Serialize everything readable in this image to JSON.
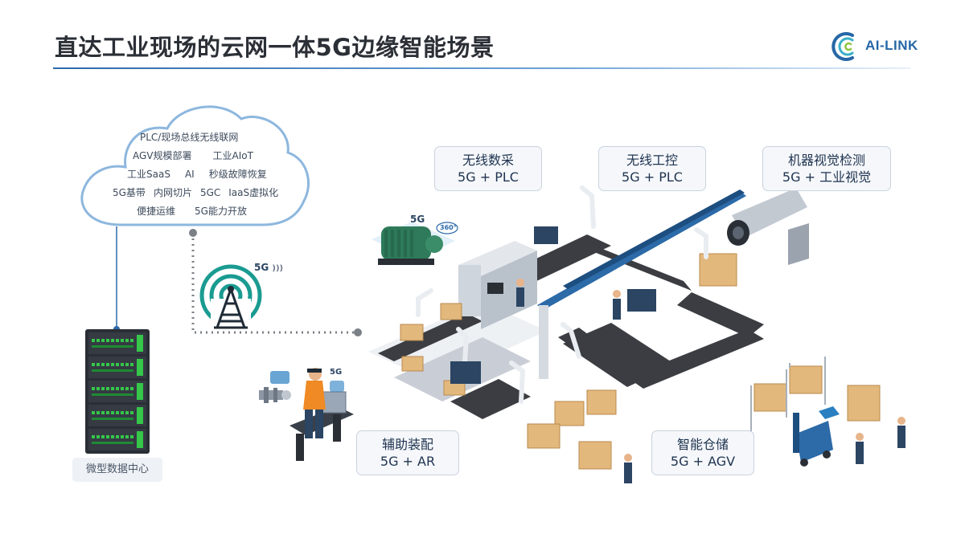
{
  "slide": {
    "title": "直达工业现场的云网一体5G边缘智能场景"
  },
  "logo": {
    "text": "AI-LINK"
  },
  "cloud": {
    "lines": [
      [
        "PLC/现场总线无线联网"
      ],
      [
        "AGV规模部署",
        "工业AIoT"
      ],
      [
        "工业SaaS",
        "AI",
        "秒级故障恢复"
      ],
      [
        "5G基带",
        "内网切片",
        "5GC",
        "IaaS虚拟化"
      ],
      [
        "便捷运维",
        "5G能力开放"
      ]
    ]
  },
  "server": {
    "label": "微型数据中心"
  },
  "tower": {
    "signal_label": "5G"
  },
  "motor": {
    "signal_label": "5G",
    "badge": "360°"
  },
  "worker": {
    "signal_label": "5G"
  },
  "tags": {
    "wireless_collect": {
      "line1": "无线数采",
      "line2": "5G + PLC"
    },
    "wireless_control": {
      "line1": "无线工控",
      "line2": "5G + PLC"
    },
    "vision": {
      "line1": "机器视觉检测",
      "line2": "5G + 工业视觉"
    },
    "assembly": {
      "line1": "辅助装配",
      "line2": "5G + AR"
    },
    "warehouse": {
      "line1": "智能仓储",
      "line2": "5G + AGV"
    }
  },
  "colors": {
    "accent_blue": "#2c6aa8",
    "teal": "#1a9b91",
    "cloud_stroke": "#8db7de",
    "server_green": "#35c64a",
    "belt": "#3b3d42",
    "box": "#e3b87c"
  }
}
